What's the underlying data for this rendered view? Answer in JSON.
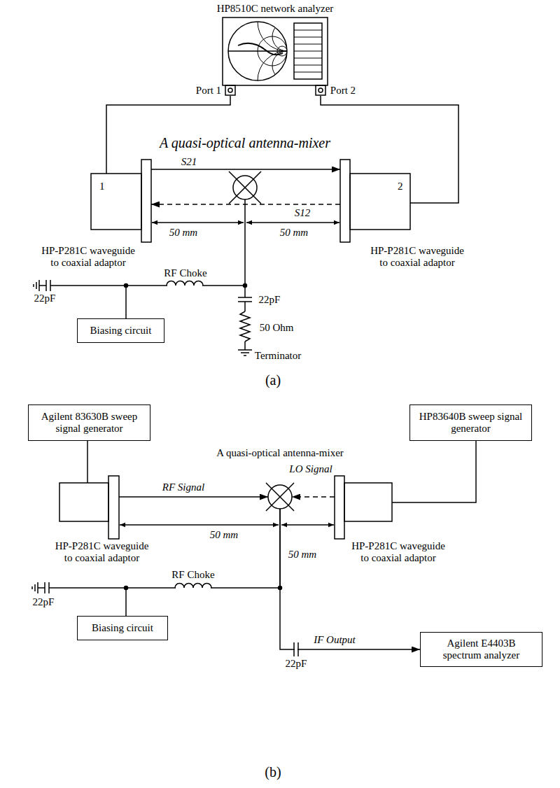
{
  "diagram": {
    "nodes": [
      {
        "text": [
          "HP8510C network analyzer"
        ]
      },
      {
        "text": [
          "A quasi-optical antenna-mixer"
        ]
      },
      {
        "text": [
          "1",
          "HP-P281C waveguide to coaxial adaptor"
        ]
      },
      {
        "text": [
          "2",
          "HP-P281C waveguide to coaxial adaptor"
        ]
      },
      {
        "text": [
          "Biasing circuit"
        ]
      },
      {
        "text": [
          "Agilent 83630B sweep signal generator"
        ]
      },
      {
        "text": [
          "HP83640B sweep signal generator"
        ]
      },
      {
        "text": [
          "A quasi-optical antenna-mixer"
        ]
      },
      {
        "text": [
          "HP-P281C waveguide to coaxial adaptor"
        ]
      },
      {
        "text": [
          "HP-P281C waveguide to coaxial adaptor"
        ]
      },
      {
        "text": [
          "Biasing circuit"
        ]
      },
      {
        "text": [
          "Agilent E4403B spectrum analyzer"
        ]
      }
    ],
    "edges": [
      {
        "from": 0,
        "to": 2,
        "arrow": "none"
      },
      {
        "from": 0,
        "to": 3,
        "arrow": "none"
      },
      {
        "from": 2,
        "to": 3,
        "label": "S21",
        "arrow": "to"
      },
      {
        "from": 3,
        "to": 2,
        "label": "S12",
        "arrow": "to"
      },
      {
        "from": 4,
        "to": 1,
        "arrow": "none"
      },
      {
        "from": 5,
        "to": 8,
        "arrow": "none"
      },
      {
        "from": 6,
        "to": 9,
        "arrow": "none"
      },
      {
        "from": 8,
        "to": 7,
        "label": "RF Signal",
        "arrow": "to"
      },
      {
        "from": 9,
        "to": 7,
        "label": "LO Signal",
        "arrow": "to"
      },
      {
        "from": 10,
        "to": 7,
        "arrow": "none"
      },
      {
        "from": 7,
        "to": 11,
        "label": "IF Output",
        "arrow": "to"
      }
    ],
    "labels": [
      "Port 1",
      "Port 2",
      "50 mm",
      "50 mm",
      "RF Choke",
      "22pF",
      "22pF",
      "50 Ohm",
      "Terminator",
      "(a)",
      "50 mm",
      "50 mm",
      "RF Choke",
      "22pF",
      "22pF",
      "(b)"
    ]
  }
}
